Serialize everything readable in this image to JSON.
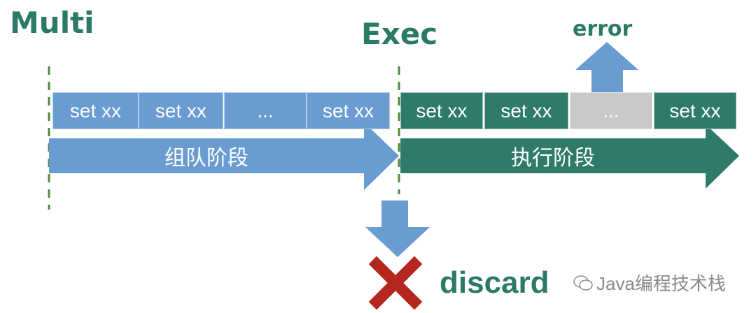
{
  "labels": {
    "multi": "Multi",
    "exec": "Exec",
    "error": "error",
    "discard": "discard"
  },
  "queue_phase": {
    "label": "组队阶段",
    "commands": [
      "set xx",
      "set xx",
      "...",
      "set xx"
    ]
  },
  "exec_phase": {
    "label": "执行阶段",
    "commands": [
      "set xx",
      "set xx",
      "...",
      "set xx"
    ]
  },
  "watermark": "Java编程技术栈",
  "colors": {
    "blue": "#6a9bd1",
    "green": "#2f7a68",
    "gray": "#c9c9c9",
    "red": "#b5261e",
    "title": "#2b7a66"
  }
}
